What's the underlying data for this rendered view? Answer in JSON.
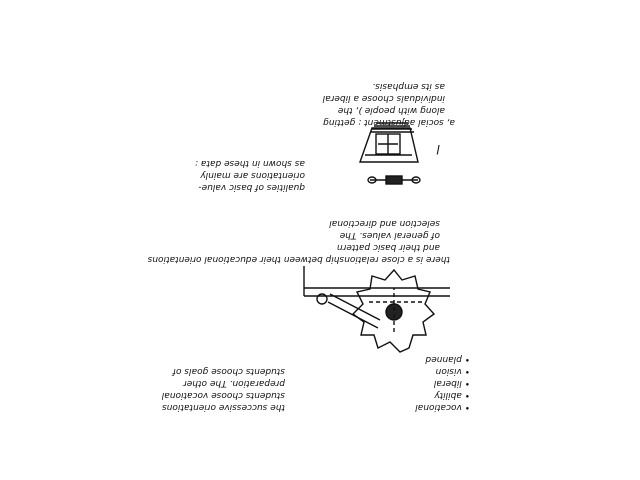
{
  "page": {
    "orientation": "upside-down",
    "ink_color": "#111111",
    "background_color": "#ffffff"
  },
  "notes": {
    "top_block": [
      "a, social adjustment : getting",
      "along with people ), the",
      "individuals choose a liberal",
      "as its emphasis."
    ],
    "middle_block": [
      "qualities of basic value-",
      "orientations are mainly",
      "as shown in these data :"
    ],
    "long_block": [
      "there is a close relationship between their educational orientations",
      "and their basic pattern",
      "of general values. The",
      "selection and directional"
    ],
    "bottom_right_block": [
      "the successive orientations",
      "students choose vocational",
      "preparation. The other",
      "students choose goals of"
    ],
    "bullet_list": [
      "• vocational",
      "• ability",
      "• liberal",
      "• vision",
      "• planned"
    ],
    "side_mark": "l"
  },
  "icons": {
    "book_stand": "book-stand-icon",
    "saw_blade": "circular-saw-icon"
  }
}
